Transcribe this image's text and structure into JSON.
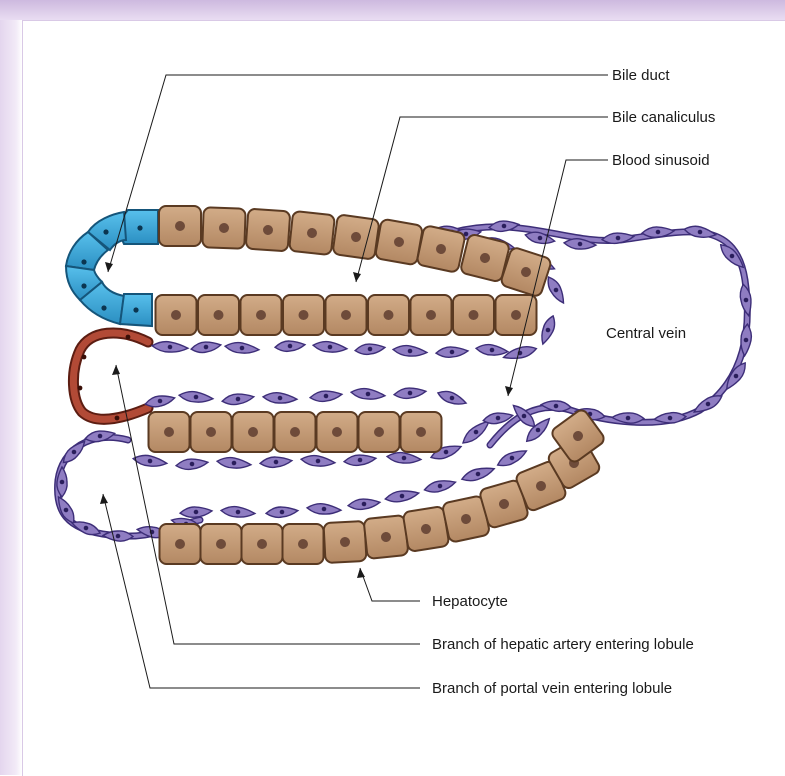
{
  "labels": {
    "bile_duct": "Bile duct",
    "bile_canaliculus": "Bile canaliculus",
    "blood_sinusoid": "Blood sinusoid",
    "central_vein": "Central vein",
    "hepatocyte": "Hepatocyte",
    "hepatic_artery": "Branch of hepatic artery entering lobule",
    "portal_vein": "Branch of portal vein entering lobule"
  },
  "colors": {
    "hepatocyte_fill": "#c19a76",
    "hepatocyte_stroke": "#5a3a22",
    "nucleus": "#6e4b3a",
    "bile_duct_fill": "#3aa6d6",
    "bile_duct_stroke": "#15557a",
    "endothelium_fill": "#8f7dc2",
    "endothelium_stroke": "#3d2e78",
    "artery_fill": "#b24a36",
    "artery_stroke": "#5c1d12",
    "frame": "#e4d6ee"
  }
}
